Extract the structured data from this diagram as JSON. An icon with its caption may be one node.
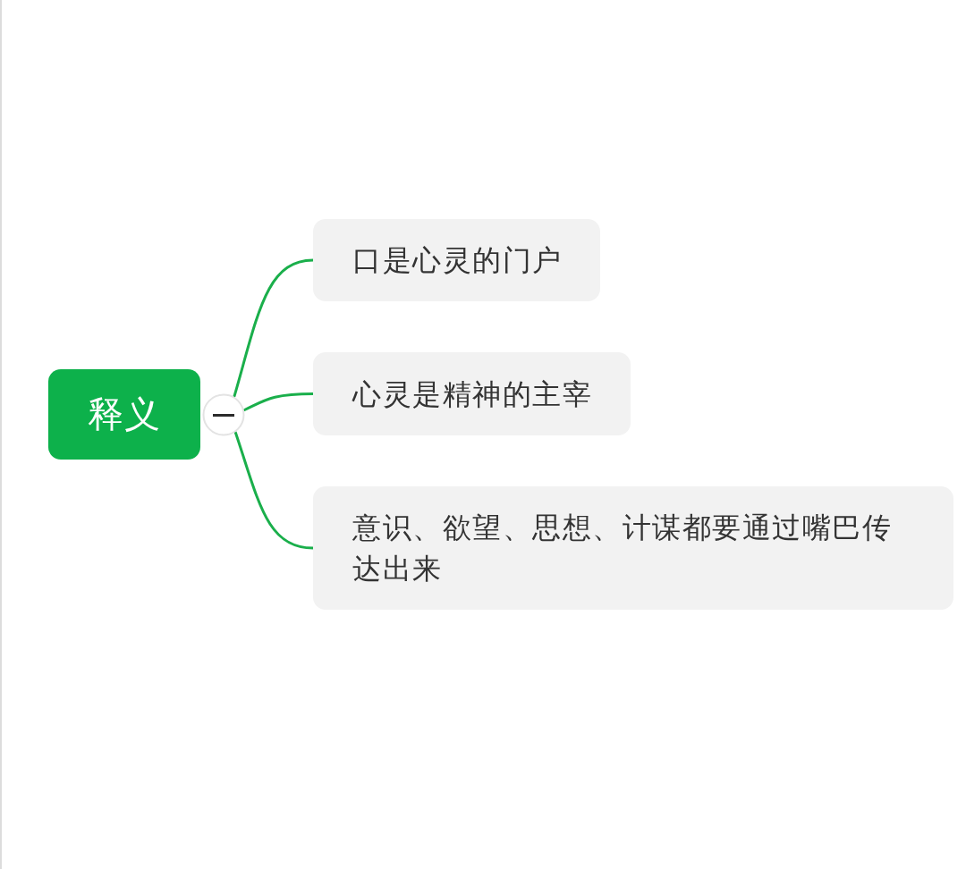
{
  "diagram": {
    "nodes": [
      {
        "text": [
          "释义"
        ]
      },
      {
        "text": [],
        "shape": "circle"
      },
      {
        "text": [
          "口是心灵的门户"
        ]
      },
      {
        "text": [
          "心灵是精神的主宰"
        ]
      },
      {
        "text": [
          "意识、欲望、思想、计谋都要通过嘴巴传达出来"
        ]
      }
    ],
    "edges": [
      {
        "from": 1,
        "to": 2,
        "arrow": "none"
      },
      {
        "from": 1,
        "to": 3,
        "arrow": "none"
      },
      {
        "from": 1,
        "to": 4,
        "arrow": "none"
      }
    ]
  }
}
